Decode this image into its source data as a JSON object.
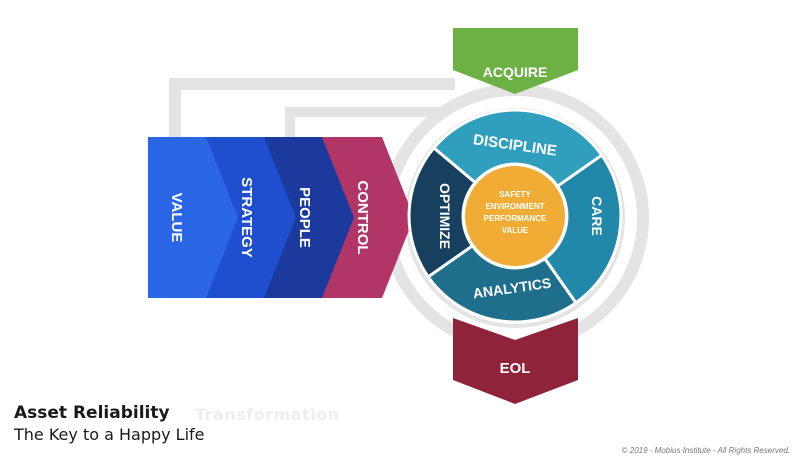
{
  "diagram": {
    "chevrons": [
      {
        "label": "VALUE",
        "color": "#2a66e6"
      },
      {
        "label": "STRATEGY",
        "color": "#1f4fcf"
      },
      {
        "label": "PEOPLE",
        "color": "#1c3a9e"
      },
      {
        "label": "CONTROL",
        "color": "#b23567"
      }
    ],
    "top_arrow": {
      "label": "ACQUIRE",
      "color": "#6db145"
    },
    "bottom_arrow": {
      "label": "EOL",
      "color": "#8e2339"
    },
    "ring_segments": [
      {
        "label": "DISCIPLINE",
        "color": "#2f9fbd"
      },
      {
        "label": "CARE",
        "color": "#2288aa"
      },
      {
        "label": "ANALYTICS",
        "color": "#1f6e8c"
      },
      {
        "label": "OPTIMIZE",
        "color": "#173f5e"
      }
    ],
    "center": {
      "lines": [
        "SAFETY",
        "ENVIRONMENT",
        "PERFORMANCE",
        "VALUE"
      ],
      "color": "#f0ac34"
    }
  },
  "title": {
    "main": "Asset Reliability",
    "subtitle": "The Key to a Happy Life",
    "ghost": "Transformation"
  },
  "footer": {
    "copyright": "© 2019 - Mobius Institute - All Rights Reserved."
  }
}
